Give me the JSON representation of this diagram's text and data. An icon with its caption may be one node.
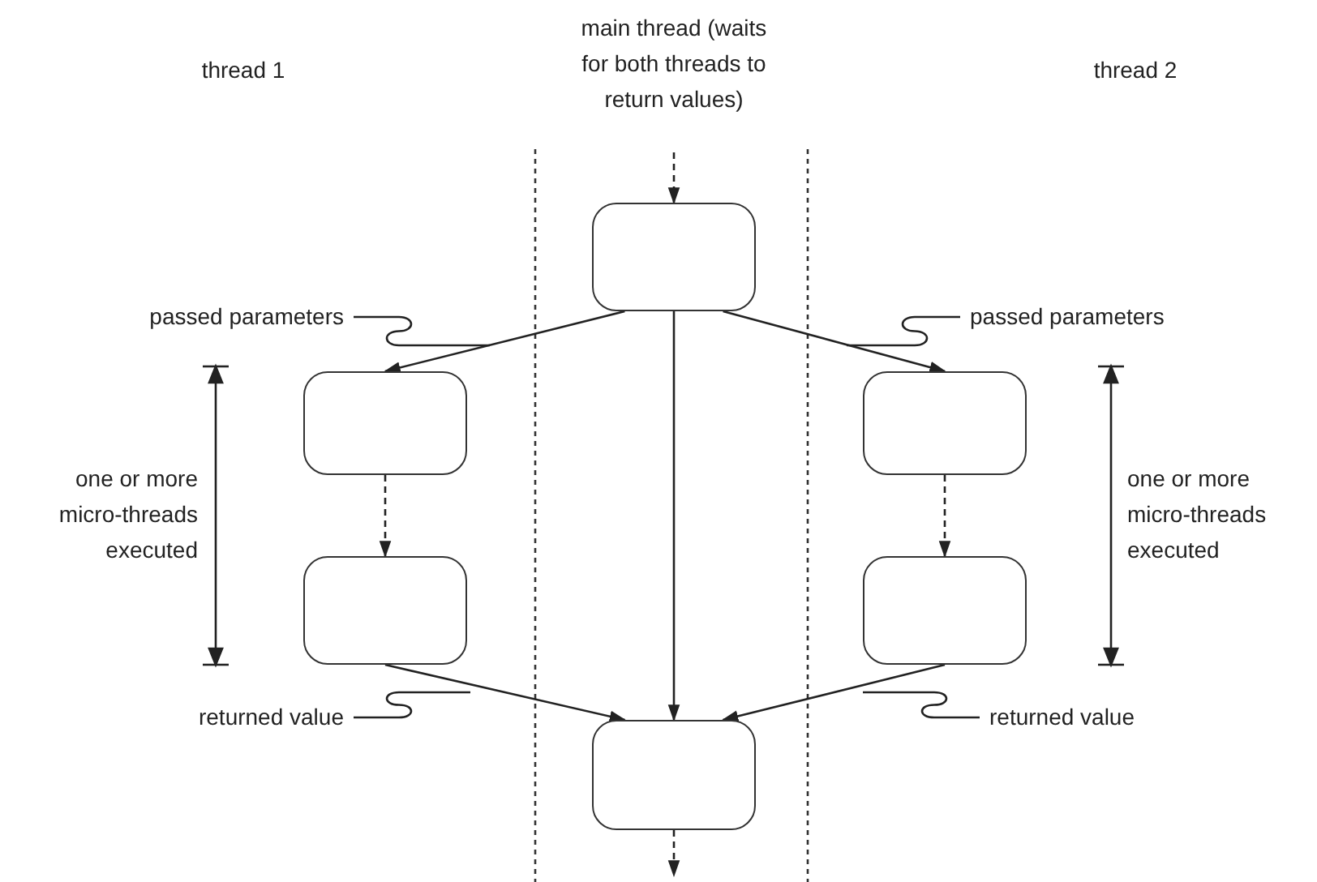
{
  "diagram": {
    "nodes": [
      {
        "text": [
          "main thread (waits for both threads to return values)"
        ]
      },
      {
        "text": [],
        "shape": "box"
      },
      {
        "text": [
          "passed parameters"
        ]
      },
      {
        "text": [
          "passed parameters"
        ]
      },
      {
        "text": [],
        "shape": "box"
      },
      {
        "text": [],
        "shape": "box"
      },
      {
        "text": [],
        "shape": "box"
      },
      {
        "text": [],
        "shape": "box"
      },
      {
        "text": [
          "returned value"
        ]
      },
      {
        "text": [
          "returned value"
        ]
      },
      {
        "text": [],
        "shape": "box"
      }
    ],
    "edges": [
      {
        "from": 0,
        "to": 1,
        "arrow": "to",
        "style": "dashed"
      },
      {
        "from": 1,
        "to": 4,
        "arrow": "to"
      },
      {
        "from": 1,
        "to": 10,
        "arrow": "to"
      },
      {
        "from": 1,
        "to": 5,
        "arrow": "to"
      },
      {
        "from": 2,
        "to": null,
        "arrow": "none"
      },
      {
        "from": 3,
        "to": null,
        "arrow": "none"
      },
      {
        "from": 4,
        "to": 6,
        "arrow": "to",
        "style": "dashed"
      },
      {
        "from": 5,
        "to": 7,
        "arrow": "to",
        "style": "dashed"
      },
      {
        "from": 6,
        "to": 10,
        "arrow": "to"
      },
      {
        "from": 7,
        "to": 10,
        "arrow": "to"
      },
      {
        "from": 8,
        "to": null,
        "arrow": "none"
      },
      {
        "from": 9,
        "to": null,
        "arrow": "none"
      },
      {
        "from": 10,
        "to": null,
        "arrow": "to",
        "style": "dashed"
      }
    ],
    "labels": [
      "thread 1",
      "thread 2",
      "one or more micro-threads executed",
      "one or more micro-threads executed"
    ]
  }
}
